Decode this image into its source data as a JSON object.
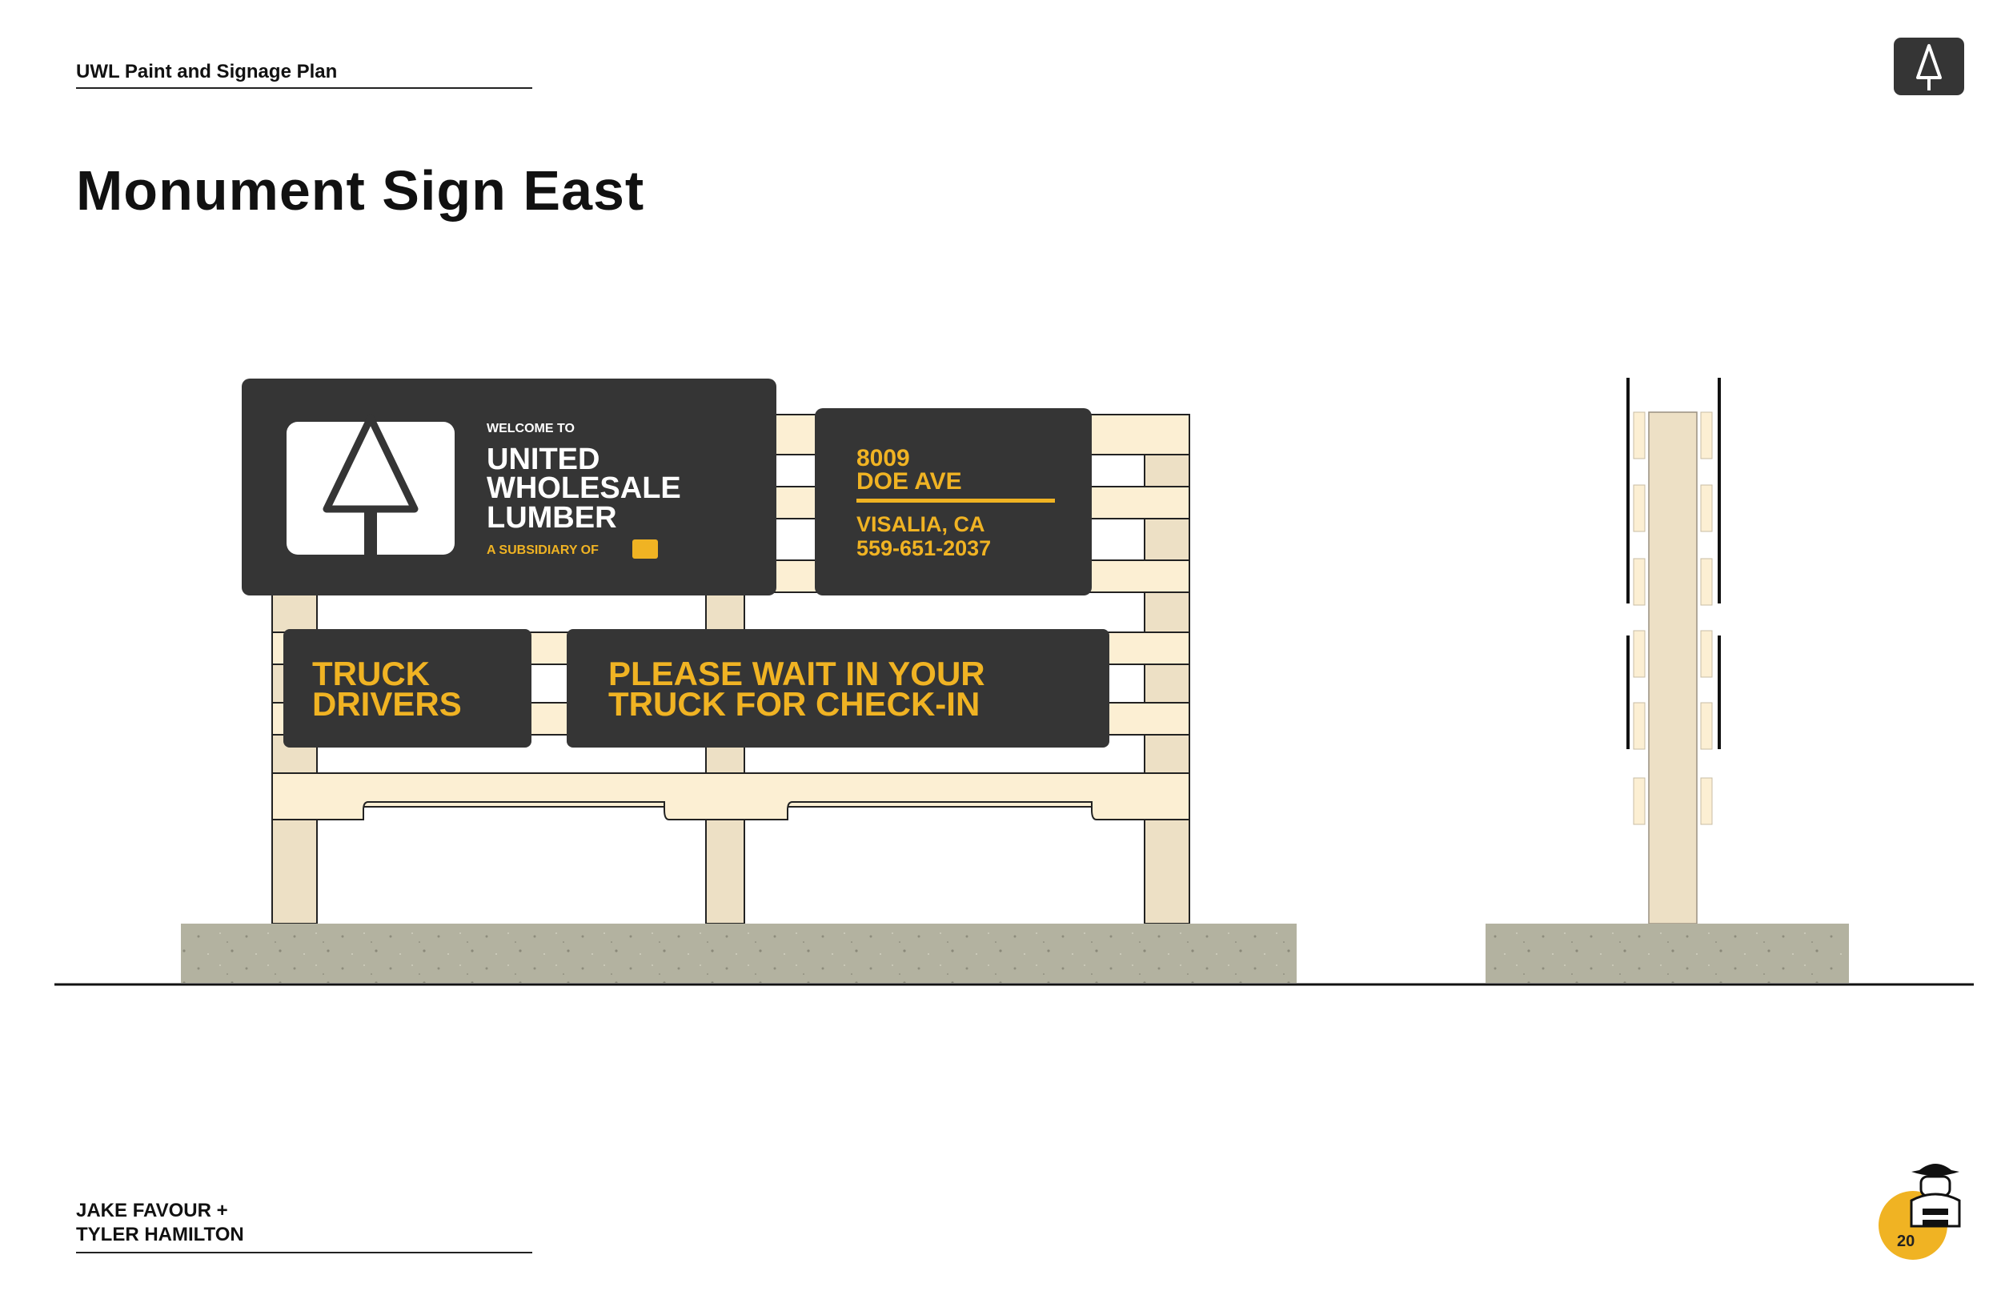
{
  "header": {
    "label": "UWL Paint and Signage Plan"
  },
  "page": {
    "title": "Monument Sign East",
    "number": "20"
  },
  "footer": {
    "author_line1": "JAKE FAVOUR +",
    "author_line2": "TYLER HAMILTON"
  },
  "sign": {
    "welcome_panel": {
      "kicker": "WELCOME TO",
      "line1": "UNITED",
      "line2": "WHOLESALE",
      "line3": "LUMBER",
      "subsidiary": "A SUBSIDIARY OF"
    },
    "address_panel": {
      "line1": "8009",
      "line2": "DOE AVE",
      "line3": "VISALIA, CA",
      "line4": "559-651-2037"
    },
    "truck_panel": {
      "line1": "TRUCK",
      "line2": "DRIVERS"
    },
    "notice_panel": {
      "line1": "PLEASE WAIT IN YOUR",
      "line2": "TRUCK FOR CHECK-IN"
    }
  },
  "colors": {
    "panel": "#353535",
    "accent_yellow": "#f0b323",
    "wood_light": "#fcefd3",
    "wood_post": "#ede0c5",
    "concrete": "#b3b2a0"
  },
  "icons": [
    "uwl-tree-logo-icon",
    "subsidiary-logo-icon",
    "mascot-cowboy-icon"
  ]
}
